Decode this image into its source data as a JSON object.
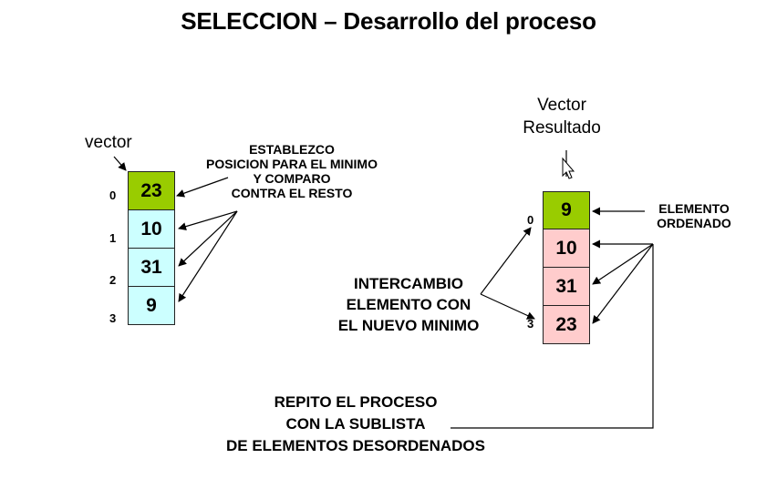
{
  "title": "SELECCION – Desarrollo del proceso",
  "left_vector": {
    "label": "vector",
    "indices": [
      "0",
      "1",
      "2",
      "3"
    ],
    "cells": [
      {
        "value": "23",
        "color": "#99cc00"
      },
      {
        "value": "10",
        "color": "#ccffff"
      },
      {
        "value": "31",
        "color": "#ccffff"
      },
      {
        "value": "9",
        "color": "#ccffff"
      }
    ],
    "note_lines": [
      "ESTABLEZCO",
      "POSICION PARA EL MINIMO",
      "Y COMPARO",
      "CONTRA EL RESTO"
    ]
  },
  "right_vector": {
    "label_lines": [
      "Vector",
      "Resultado"
    ],
    "indices": [
      "0",
      "3"
    ],
    "cells": [
      {
        "value": "9",
        "color": "#99cc00"
      },
      {
        "value": "10",
        "color": "#ffcccc"
      },
      {
        "value": "31",
        "color": "#ffcccc"
      },
      {
        "value": "23",
        "color": "#ffcccc"
      }
    ],
    "ordered_note_lines": [
      "ELEMENTO",
      "ORDENADO"
    ]
  },
  "swap_note_lines": [
    "INTERCAMBIO",
    "ELEMENTO CON",
    "EL NUEVO MINIMO"
  ],
  "repeat_note_lines": [
    "REPITO EL PROCESO",
    "CON LA SUBLISTA",
    "DE ELEMENTOS DESORDENADOS"
  ]
}
